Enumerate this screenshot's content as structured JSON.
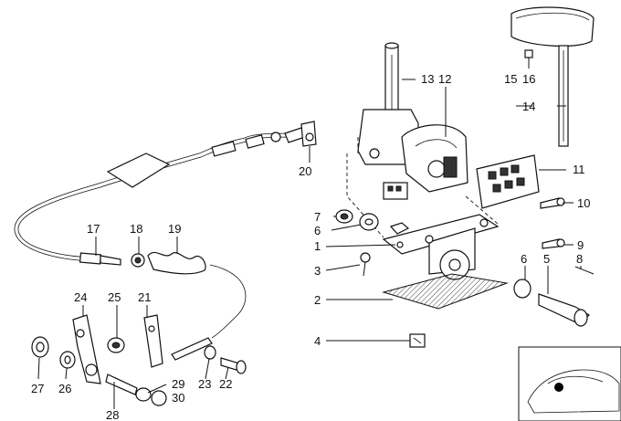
{
  "labels": {
    "l1": "1",
    "l2": "2",
    "l3": "3",
    "l4": "4",
    "l5": "5",
    "l6a": "6",
    "l6b": "6",
    "l7": "7",
    "l8": "8",
    "l9": "9",
    "l10": "10",
    "l11": "11",
    "l12": "12",
    "l13": "13",
    "l14": "14",
    "l15": "15",
    "l16": "16",
    "l17": "17",
    "l18": "18",
    "l19": "19",
    "l20": "20",
    "l21": "21",
    "l22": "22",
    "l23": "23",
    "l24": "24",
    "l25": "25",
    "l26": "26",
    "l27": "27",
    "l28": "28",
    "l29": "29",
    "l30": "30"
  }
}
